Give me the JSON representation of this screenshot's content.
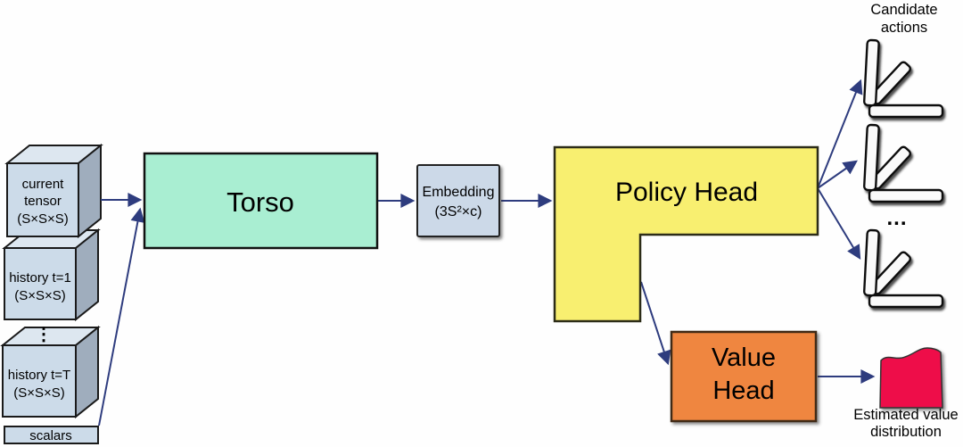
{
  "colors": {
    "arrow": "#2e3c7e",
    "cube_front": "#ccdbe9",
    "cube_top": "#dde7f0",
    "cube_side": "#9fadbd",
    "scalars_fill": "#ccdbe9",
    "torso_fill": "#a9eed2",
    "embedding_fill": "#ccd9e8",
    "policy_fill": "#f8ef70",
    "value_fill": "#ef8641",
    "distribution_fill": "#ee1148",
    "glyph_fill": "#fafafa"
  },
  "inputs": {
    "current_tensor": {
      "line1": "current",
      "line2": "tensor",
      "dims": "(S×S×S)"
    },
    "history_first": {
      "label": "history t=1",
      "dims": "(S×S×S)"
    },
    "history_last": {
      "label": "history t=T",
      "dims": "(S×S×S)"
    },
    "stack_ellipsis": "⋮",
    "scalars_label": "scalars"
  },
  "torso": {
    "label": "Torso"
  },
  "embedding": {
    "label": "Embedding",
    "dims": "(3S²×c)"
  },
  "policy_head": {
    "label": "Policy Head"
  },
  "value_head": {
    "label_line1": "Value",
    "label_line2": "Head"
  },
  "candidate_actions": {
    "title_line1": "Candidate",
    "title_line2": "actions",
    "ellipsis": "..."
  },
  "value_output": {
    "caption_line1": "Estimated value",
    "caption_line2": "distribution"
  }
}
